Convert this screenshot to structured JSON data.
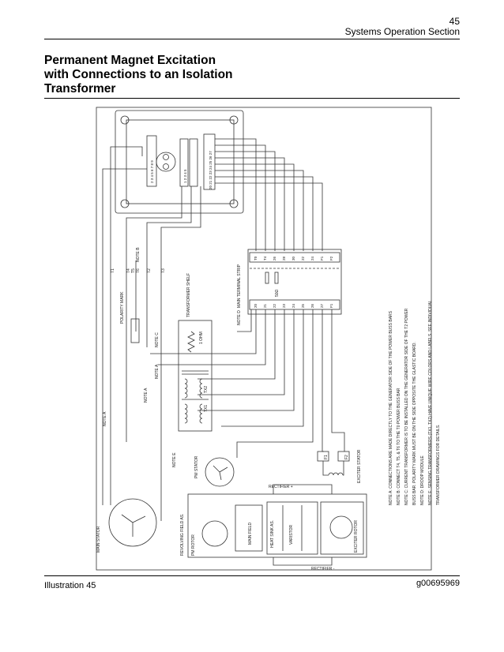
{
  "header": {
    "page_number": "45",
    "section": "Systems Operation Section"
  },
  "title_lines": [
    "Permanent Magnet Excitation",
    "with Connections to an Isolation",
    "Transformer"
  ],
  "footer": {
    "caption": "Illustration 45",
    "figure_id": "g00695969"
  },
  "diagram": {
    "notes": [
      "NOTE A: CONNECTIONS ARE MADE DIRECTLY TO THE GENERATOR SIDE OF THE POWER BUSS BARS",
      "NOTE B: CONNECT T4, T5, & T6 TO THE T0 POWER BUSS BAR",
      "NOTE C: CURRENT TRANSFORMER IS TO BE INSTALLED ON THE GENERATOR SIDE OF THE T2 POWER",
      "BUSS BAR. POLARITY MARK MUST BE ON THE SIDE OPPOSITE THE GLASTIC BOARD.",
      "NOTE D: DROOP MODULE",
      "NOTE E: SENSING TRANSFORMERS (TX1, TX2) HAVE UNIQUE WIRE COLORS AND LABELS. SEE INDIVIDUAL",
      "TRANSFORMER DRAWINGS FOR DETAILS."
    ],
    "labels": {
      "main_terminal_strip": "MAIN TERMINAL STRIP",
      "note_d": "NOTE D",
      "polarity_mark": "POLARITY MARK",
      "transformer_shelf": "TRANSFORMER SHELF",
      "note_a": "NOTE A",
      "note_b": "NOTE B",
      "note_c": "NOTE C",
      "note_e": "NOTE E",
      "one_ohm": "1 OHM",
      "tx1": "TX1",
      "tx2": "TX2",
      "pm_stator": "PM STATOR",
      "main_stator": "MAIN STATOR",
      "revolving_field": "REVOLVING FIELD AS.",
      "pm_rotor": "PM ROTOR",
      "main_field": "MAIN FIELD",
      "heat_sink": "HEAT SINK AS.",
      "varistor": "VARISTOR",
      "exciter_rotor": "EXCITER ROTOR",
      "exciter_stator": "EXCITER STATOR",
      "rectifier_plus": "RECTIFIER +",
      "rectifier_minus": "RECTIFIER -",
      "t1": "T1",
      "t2": "T2",
      "t3": "T3",
      "t4": "T4",
      "t5": "T5",
      "t6": "T6",
      "f1": "F1",
      "f2": "F2",
      "droop": "50Ω"
    },
    "terminals_top": [
      "T0",
      "T4",
      "26",
      "28",
      "30",
      "22",
      "24",
      "F1",
      "F2"
    ],
    "terminals_bottom": [
      "20",
      "21",
      "22",
      "23",
      "24",
      "25",
      "26",
      "27",
      "F1"
    ],
    "connector_left": "2 3 4 5 6 7 8 9",
    "connector_right": "20 21 22 23 24 25 26 27",
    "connector_mid": "1 2 3 4 5"
  }
}
